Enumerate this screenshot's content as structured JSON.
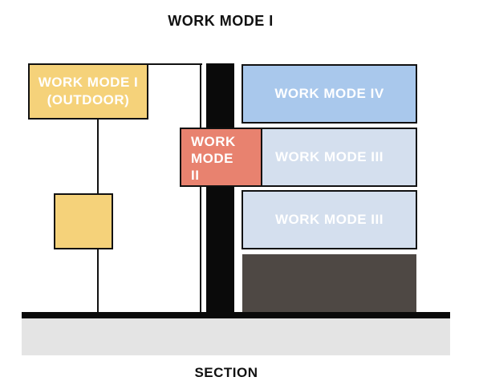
{
  "top_label": "WORK MODE I",
  "outdoor_label": "WORK MODE I (OUTDOOR)",
  "mode2_label": [
    "WORK",
    "MODE",
    "II"
  ],
  "mode4_label": "WORK MODE IV",
  "mode3_upper_label": "WORK MODE III",
  "mode3_lower_label": "WORK MODE III",
  "caption": "SECTION",
  "colors": {
    "yellow": "#f5d27a",
    "coral": "#e8826f",
    "blue": "#a9c8ec",
    "light_blue": "#d4dfee",
    "dark": "#4e4844",
    "ground": "#e4e4e4",
    "black": "#0a0a0a"
  }
}
